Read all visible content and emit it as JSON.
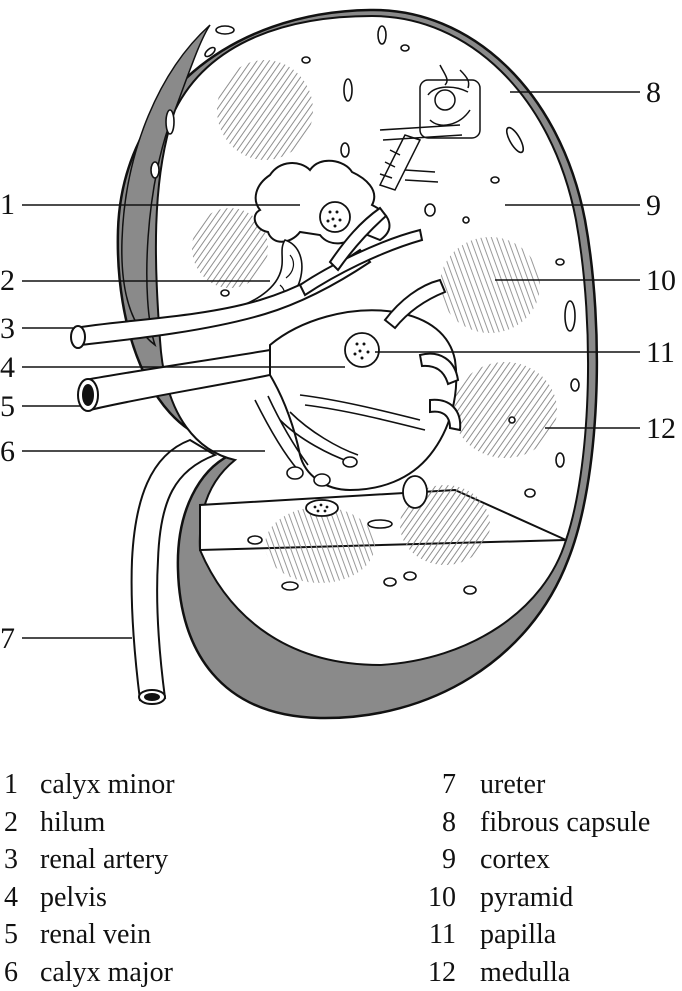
{
  "callouts": [
    {
      "number": "1",
      "label": "calyx minor",
      "side": "left"
    },
    {
      "number": "2",
      "label": "hilum",
      "side": "left"
    },
    {
      "number": "3",
      "label": "renal artery",
      "side": "left"
    },
    {
      "number": "4",
      "label": "pelvis",
      "side": "left"
    },
    {
      "number": "5",
      "label": "renal vein",
      "side": "left"
    },
    {
      "number": "6",
      "label": "calyx major",
      "side": "left"
    },
    {
      "number": "7",
      "label": "ureter",
      "side": "left"
    },
    {
      "number": "8",
      "label": "fibrous capsule",
      "side": "right"
    },
    {
      "number": "9",
      "label": "cortex",
      "side": "right"
    },
    {
      "number": "10",
      "label": "pyramid",
      "side": "right"
    },
    {
      "number": "11",
      "label": "papilla",
      "side": "right"
    },
    {
      "number": "12",
      "label": "medulla",
      "side": "right"
    }
  ],
  "colors": {
    "capsule_fill": "#8a8a8a",
    "stroke": "#111111",
    "pyramid_hatch": "#9a9a9a"
  }
}
